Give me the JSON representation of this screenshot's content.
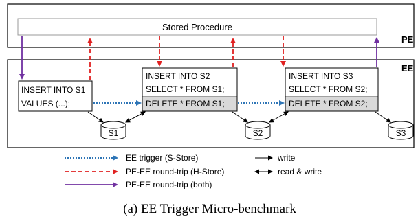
{
  "stored_procedure": "Stored Procedure",
  "layers": {
    "pe": "PE",
    "ee": "EE"
  },
  "boxes": {
    "b1": {
      "line1": "INSERT INTO S1",
      "line2": "VALUES (...);"
    },
    "b2": {
      "line1": "INSERT INTO S2",
      "line2": "SELECT * FROM S1;",
      "line3": "DELETE * FROM S1;"
    },
    "b3": {
      "line1": "INSERT INTO S3",
      "line2": "SELECT * FROM S2;",
      "line3": "DELETE * FROM S2;"
    }
  },
  "streams": {
    "s1": "S1",
    "s2": "S2",
    "s3": "S3"
  },
  "legend": {
    "ee_trigger": "EE trigger (S-Store)",
    "pe_ee_hstore": "PE-EE round-trip (H-Store)",
    "pe_ee_both": "PE-EE round-trip (both)",
    "write": "write",
    "read_write": "read & write"
  },
  "caption": "(a) EE Trigger Micro-benchmark",
  "colors": {
    "ee_trigger": "#2e75b6",
    "hstore": "#e02020",
    "both": "#7030a0",
    "shaded_row": "#d9d9d9"
  }
}
